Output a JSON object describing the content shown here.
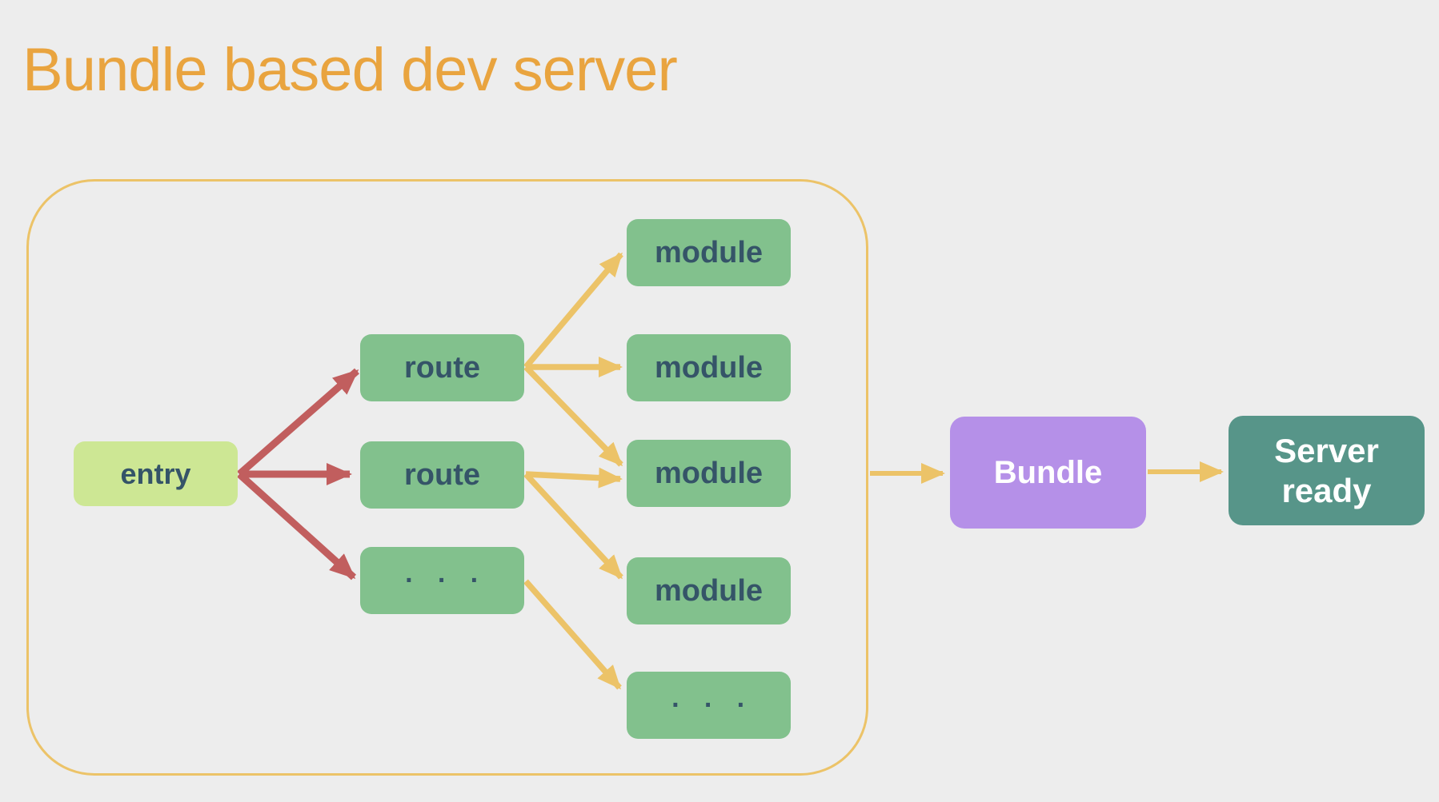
{
  "title": "Bundle based dev server",
  "colors": {
    "bg": "#ededed",
    "title": "#e9a43f",
    "outline": "#ecc368",
    "red": "#c15e5e",
    "entry": "#cde794",
    "green": "#82c18d",
    "slate": "#355468",
    "purple": "#b590e8",
    "teal": "#579589",
    "textlight": "#ffffff"
  },
  "diagram": {
    "entry": {
      "label": "entry"
    },
    "routes": [
      {
        "label": "route"
      },
      {
        "label": "route"
      },
      {
        "label": "· · ·"
      }
    ],
    "modules": [
      {
        "label": "module"
      },
      {
        "label": "module"
      },
      {
        "label": "module"
      },
      {
        "label": "module"
      },
      {
        "label": "· · ·"
      }
    ],
    "bundle": {
      "label": "Bundle"
    },
    "server": {
      "lines": [
        "Server",
        "ready"
      ]
    },
    "edges": [
      {
        "from": "entry",
        "to": "route-1",
        "color": "red"
      },
      {
        "from": "entry",
        "to": "route-2",
        "color": "red"
      },
      {
        "from": "entry",
        "to": "route-3",
        "color": "red"
      },
      {
        "from": "route-1",
        "to": "module-1",
        "color": "amber"
      },
      {
        "from": "route-1",
        "to": "module-2",
        "color": "amber"
      },
      {
        "from": "route-1",
        "to": "module-3",
        "color": "amber"
      },
      {
        "from": "route-2",
        "to": "module-3",
        "color": "amber"
      },
      {
        "from": "route-2",
        "to": "module-4",
        "color": "amber"
      },
      {
        "from": "route-3",
        "to": "module-5",
        "color": "amber"
      },
      {
        "from": "outline-box",
        "to": "bundle",
        "color": "amber"
      },
      {
        "from": "bundle",
        "to": "server-ready",
        "color": "amber"
      }
    ]
  }
}
